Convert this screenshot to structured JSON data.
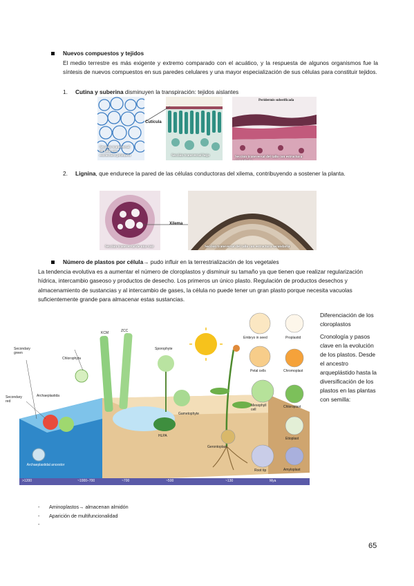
{
  "section1": {
    "title": "Nuevos compuestos y tejidos",
    "paragraph": "El medio terrestre es más exigente y extremo comparado con el acuático, y la respuesta de algunos organismos fue la síntesis de nuevos compuestos en sus paredes celulares y una mayor especialización de sus células para constituir tejidos.",
    "item1": {
      "num": "1.",
      "bold": "Cutina y suberina",
      "rest": " disminuyen la transpiración: tejidos aislantes"
    },
    "item2": {
      "num": "2.",
      "bold": "Lignina",
      "rest": ", que endurece la pared de las células conductoras del xilema, contribuyendo a sostener la planta."
    }
  },
  "micro_row1": {
    "caption_a": "Sección transversal de tallo con estructura primaria",
    "label_cuticula": "Cutícula",
    "caption_b": "Sección transversal hoja",
    "label_peridermis": "Peridermis suberificada",
    "caption_c": "Sección transversal del tallo con estructura secundaria"
  },
  "micro_row2": {
    "caption_a": "Sección transversal de una raíz",
    "label_xilema": "Xilema",
    "caption_b": "Sección transversal del tallo con estructura secundaria"
  },
  "section2": {
    "title": "Número de plastos por célula",
    "arrow": "→",
    "title_rest": " pudo influir en la terrestrialización de los vegetales",
    "paragraph": "La tendencia evolutiva es a aumentar el número de cloroplastos y disminuir su tamaño ya que tienen que realizar regularización hídrica, intercambio gaseoso y productos de desecho. Los primeros un único plasto. Regulación de productos desechos y almacenamiento de sustancias y al intercambio de gases, la célula no puede tener un gran plasto porque necesita vacuolas suficientemente grande para almacenar estas sustancias."
  },
  "figure": {
    "labels": {
      "secondary_green": "Secondary green",
      "secondary_red": "Secondary red",
      "chlorophyta": "Chlorophyta",
      "archaeplastida": "Archaeplastida",
      "kcm": "KCM",
      "zcc": "ZCC",
      "sporophyte": "Sporophyte",
      "gametophyte": "Gametophyte",
      "hlpa": "HLPA",
      "ancestor": "Archaeplastidal ancestor",
      "embryo": "Embryo in seed",
      "proplastid": "Proplastid",
      "petal": "Petal cells",
      "chromoplast": "Chromoplast",
      "mesophyll": "Mesophyll cell",
      "chloroplast": "Chloroplast",
      "etioplast": "Etioplast",
      "gerontoplast": "Gerontoplast",
      "roottip": "Root tip",
      "amyloplast": "Amyloplast"
    },
    "timeline": [
      ">1200",
      "~1000–700",
      "~700",
      "~500",
      "~130",
      "Mya"
    ],
    "side_title": "Diferenciación de los cloroplastos",
    "side_text": "Cronología y pasos clave en la evolución de los plastos. Desde el ancestro arqueplástido hasta la diversificación de los plastos en las plantas con semilla:"
  },
  "bullets": [
    {
      "dash": "-",
      "text": "Aminoplastos",
      "arrow": "→",
      "rest": " almacenan almidón"
    },
    {
      "dash": "-",
      "text": "Aparición de multifuncionalidad"
    },
    {
      "dash": "-",
      "text": ""
    }
  ],
  "page_number": "65"
}
